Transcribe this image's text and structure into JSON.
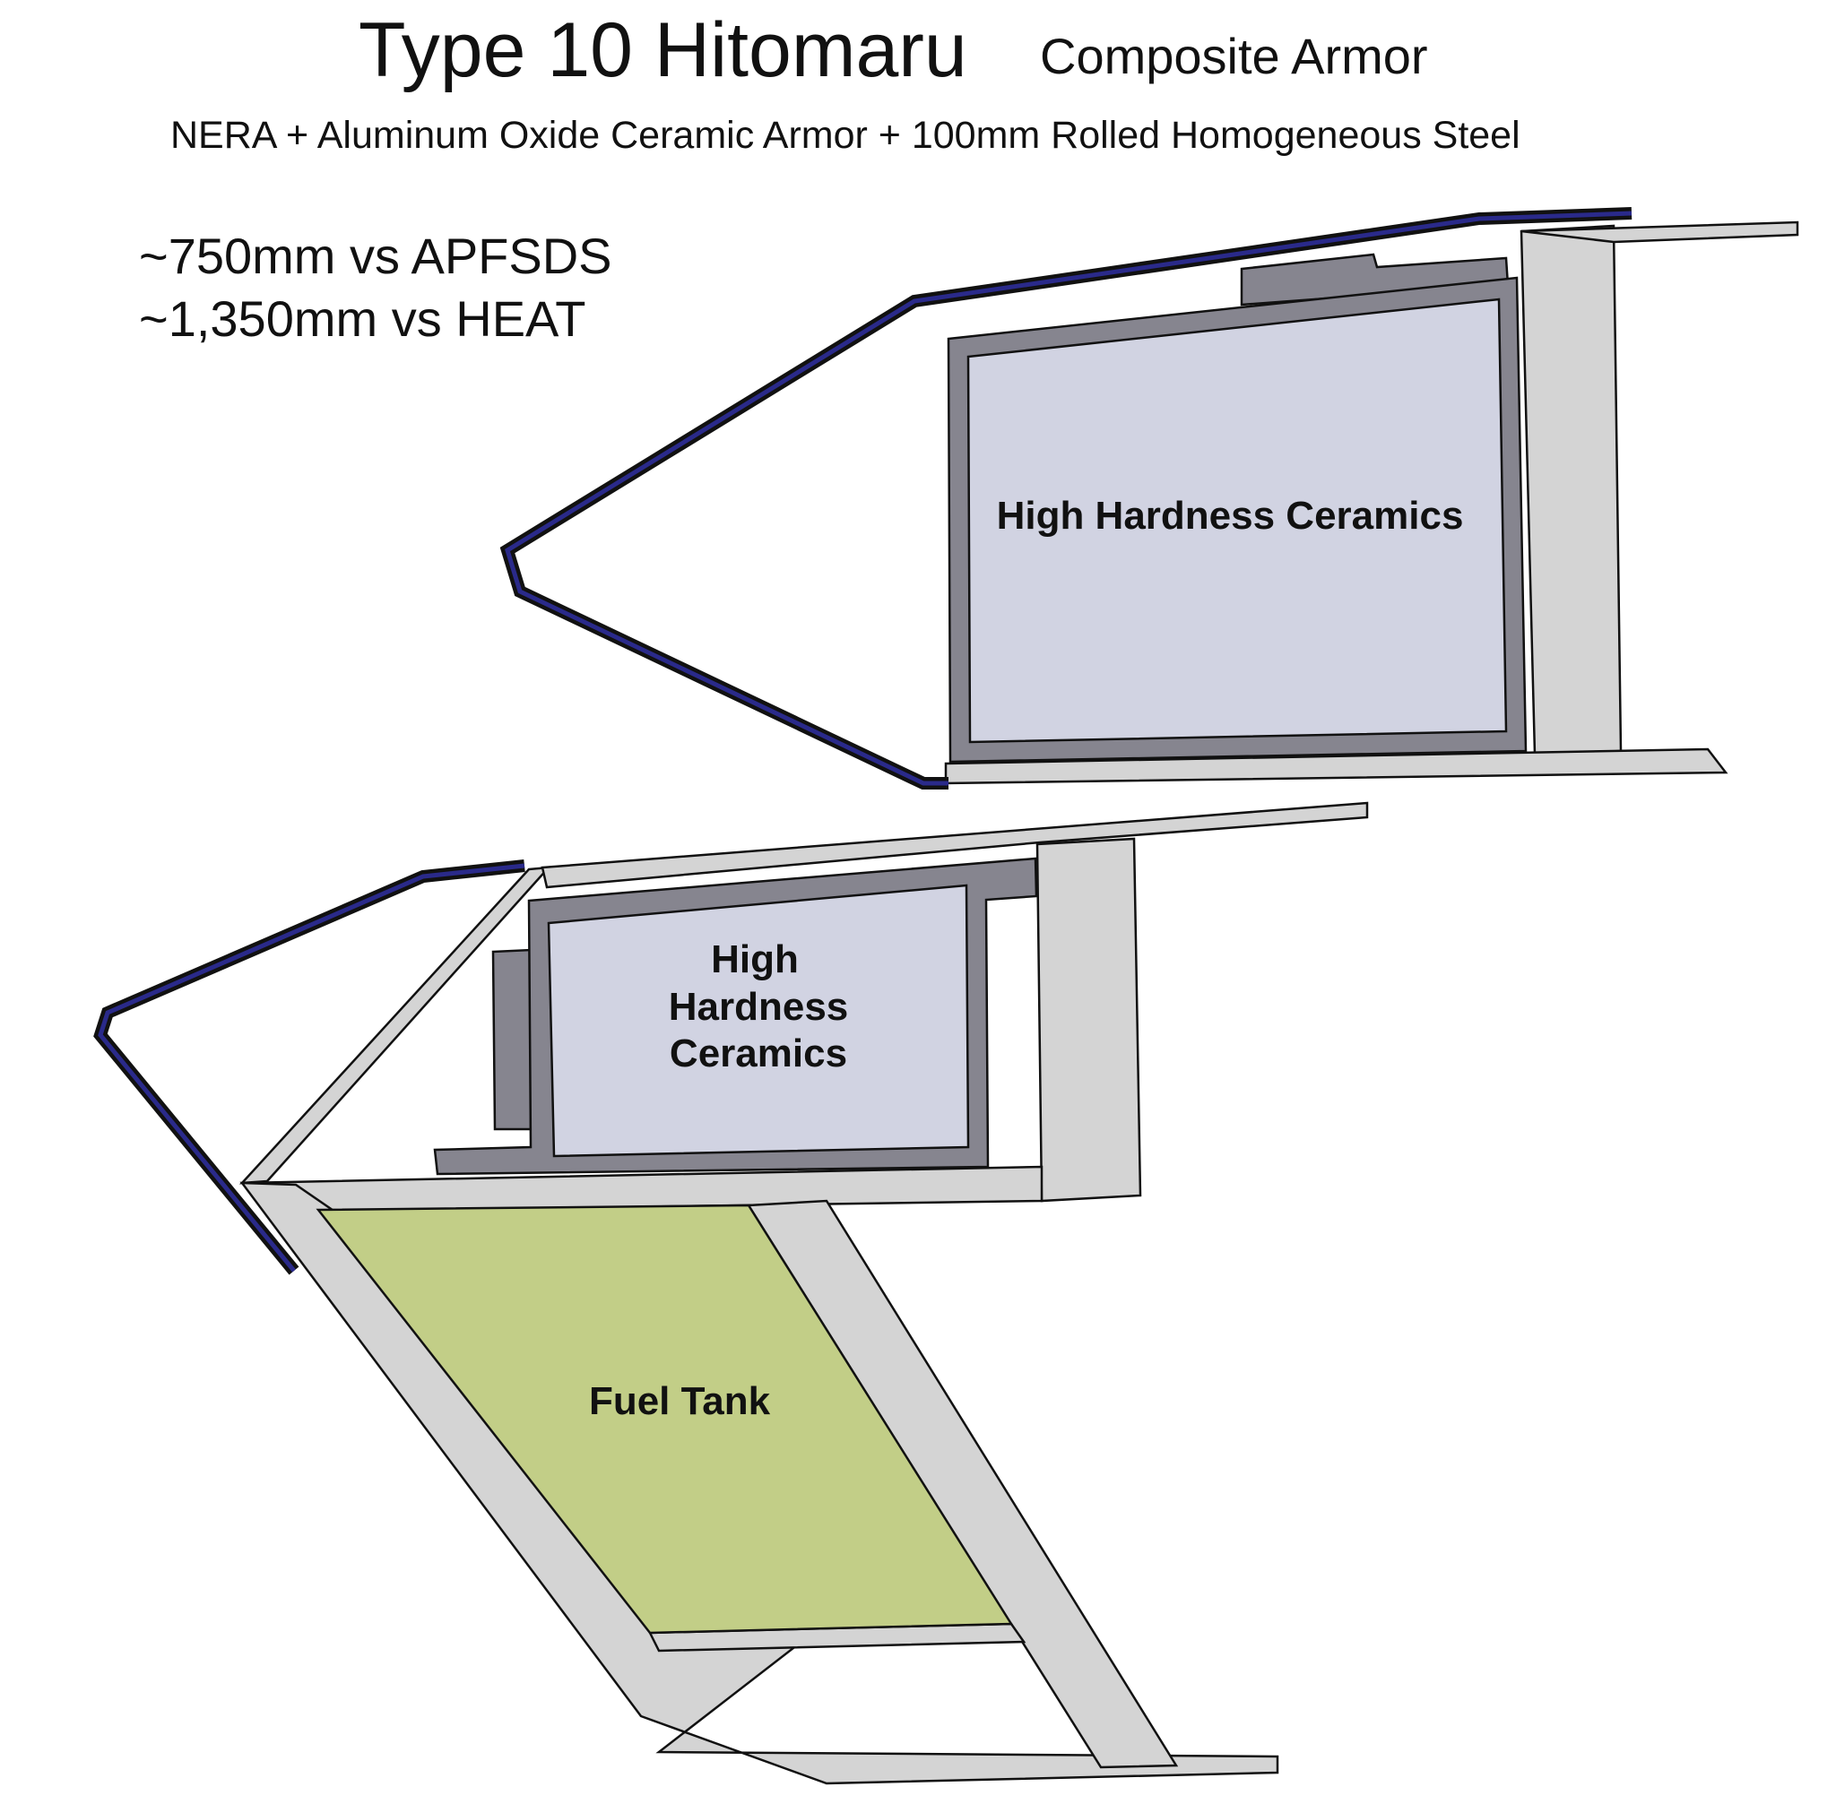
{
  "title": {
    "main": "Type 10 Hitomaru",
    "secondary": "Composite Armor"
  },
  "subtitle": "NERA + Aluminum Oxide Ceramic Armor + 100mm Rolled Homogeneous Steel",
  "protection": {
    "apfsds": "~750mm vs APFSDS",
    "heat": "~1,350mm vs HEAT"
  },
  "upper_section": {
    "ceramics_label": "High Hardness Ceramics"
  },
  "lower_section": {
    "ceramics_label_lines": [
      "High",
      "Hardness",
      "Ceramics"
    ],
    "fuel_tank_label": "Fuel Tank"
  },
  "colors": {
    "steel": "#d4d4d4",
    "ceramic_frame": "#86858f",
    "ceramics": "#d1d3e2",
    "fuel_tank": "#c2ce87",
    "nera_plate": "#2d2d5e",
    "outline": "#111111"
  }
}
